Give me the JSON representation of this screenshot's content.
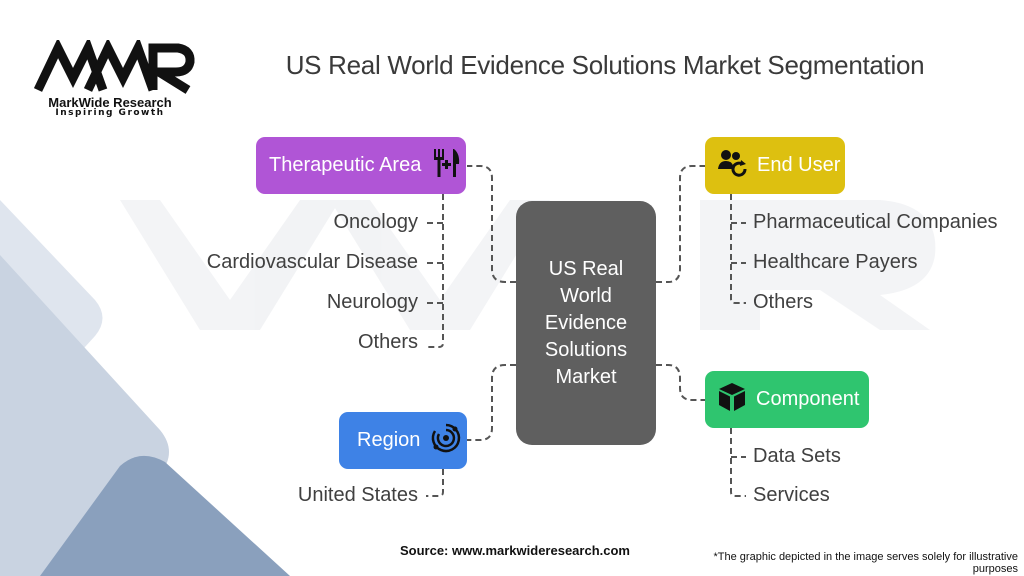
{
  "brand": {
    "name": "MarkWide Research",
    "tagline": "Inspiring Growth"
  },
  "title": "US Real World Evidence Solutions Market Segmentation",
  "center": {
    "label": "US Real World Evidence Solutions Market"
  },
  "segments": {
    "therapeutic_area": {
      "label": "Therapeutic Area",
      "color": "#b055d6",
      "icon": "fork-knife-plus-icon",
      "items": [
        "Oncology",
        "Cardiovascular Disease",
        "Neurology",
        "Others"
      ]
    },
    "end_user": {
      "label": "End User",
      "color": "#ddc010",
      "icon": "user-refresh-icon",
      "items": [
        "Pharmaceutical Companies",
        "Healthcare Payers",
        "Others"
      ]
    },
    "region": {
      "label": "Region",
      "color": "#3e82e6",
      "icon": "target-swirl-icon",
      "items": [
        "United States"
      ]
    },
    "component": {
      "label": "Component",
      "color": "#2fc56f",
      "icon": "cube-icon",
      "items": [
        "Data Sets",
        "Services"
      ]
    }
  },
  "footer": {
    "source": "Source: www.markwideresearch.com",
    "note": "*The graphic depicted in the image serves solely for illustrative purposes"
  }
}
